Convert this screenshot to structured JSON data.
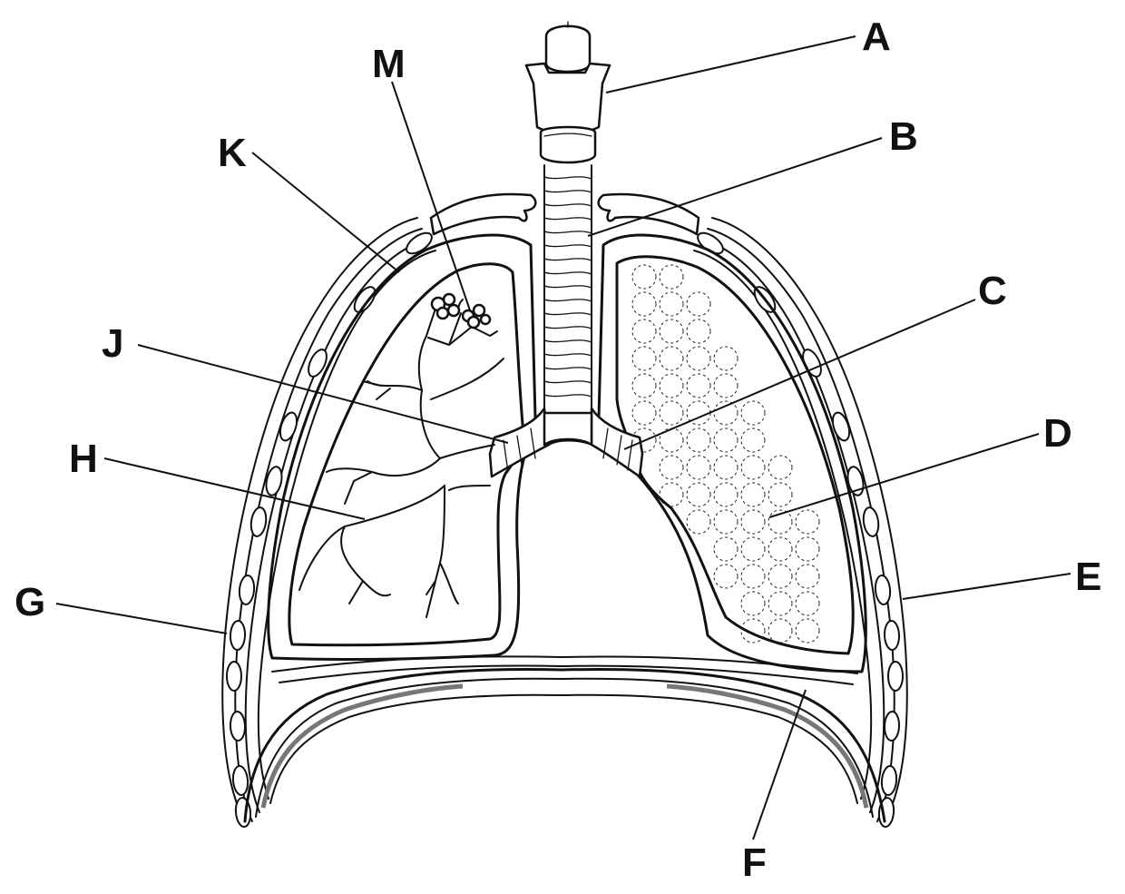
{
  "labels": {
    "A": "A",
    "B": "B",
    "C": "C",
    "D": "D",
    "E": "E",
    "F": "F",
    "G": "G",
    "H": "H",
    "J": "J",
    "K": "K",
    "M": "M"
  },
  "colors": {
    "line": "#111111",
    "background": "#ffffff",
    "muscle": "#777777"
  }
}
